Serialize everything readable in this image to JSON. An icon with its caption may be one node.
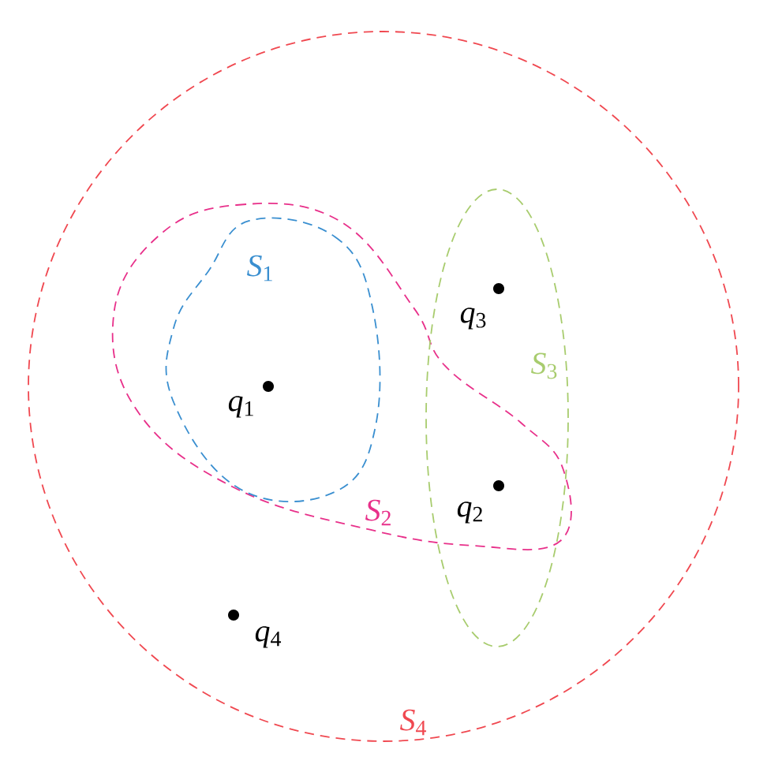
{
  "diagram": {
    "nodes": [
      {
        "text": [
          "*S*$_{4}$"
        ]
      },
      {
        "text": [
          "*S*$_{2}$"
        ],
        "in": 0
      },
      {
        "text": [
          "*S*$_{1}$"
        ],
        "in": 1
      },
      {
        "text": [
          "*q*$_{1}$"
        ],
        "in": 2
      },
      {
        "text": [
          "*S*$_{3}$"
        ],
        "in": 0
      },
      {
        "text": [
          "*q*$_{3}$"
        ],
        "in": 4
      },
      {
        "text": [
          "*q*$_{2}$"
        ]
      },
      {
        "text": [
          "*q*$_{4}$"
        ],
        "in": 0
      }
    ]
  }
}
